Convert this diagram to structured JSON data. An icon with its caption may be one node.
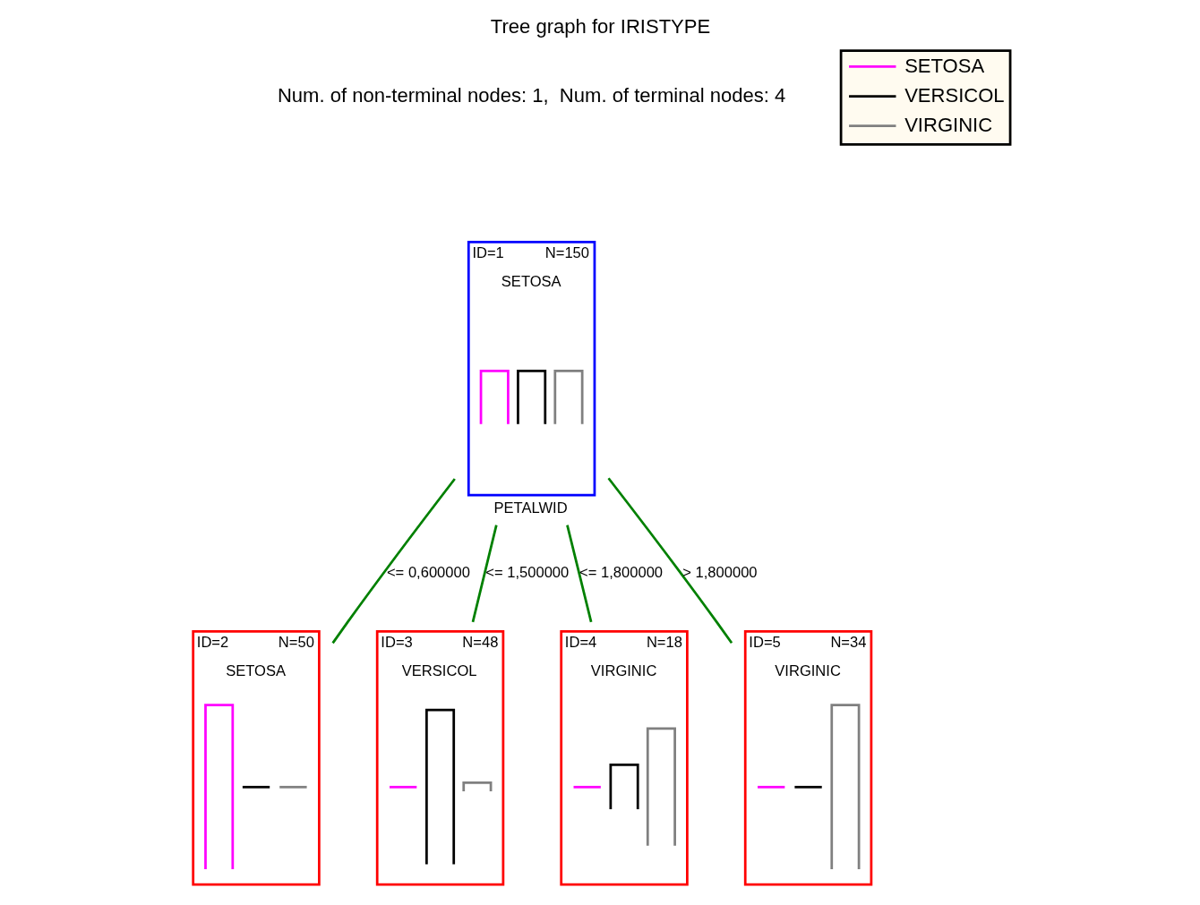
{
  "diagram": {
    "title": "Tree graph for IRISTYPE",
    "nodes": [
      {
        "text": [
          "ID=1",
          "N=150",
          "SETOSA"
        ],
        "beside": [
          "PETALWID"
        ]
      },
      {
        "text": [
          "ID=2",
          "N=50",
          "SETOSA"
        ]
      },
      {
        "text": [
          "ID=3",
          "N=48",
          "VERSICOL"
        ]
      },
      {
        "text": [
          "ID=4",
          "N=18",
          "VIRGINIC"
        ]
      },
      {
        "text": [
          "ID=5",
          "N=34",
          "VIRGINIC"
        ]
      }
    ],
    "edges": [
      {
        "from": 0,
        "to": 1,
        "arrow": "none",
        "label": "<= 0,600000"
      },
      {
        "from": 0,
        "to": 2,
        "arrow": "none",
        "label": "<= 1,500000"
      },
      {
        "from": 0,
        "to": 3,
        "arrow": "none",
        "label": "<= 1,800000"
      },
      {
        "from": 0,
        "to": 4,
        "arrow": "none",
        "label": "> 1,800000"
      }
    ],
    "labels": [
      "Num. of non-terminal nodes: 1,  Num. of terminal nodes: 4"
    ],
    "legend": [
      {
        "text": "SETOSA",
        "color": "#ff00ff"
      },
      {
        "text": "VERSICOL",
        "color": "#000000"
      },
      {
        "text": "VIRGINIC",
        "color": "#808080"
      }
    ]
  }
}
